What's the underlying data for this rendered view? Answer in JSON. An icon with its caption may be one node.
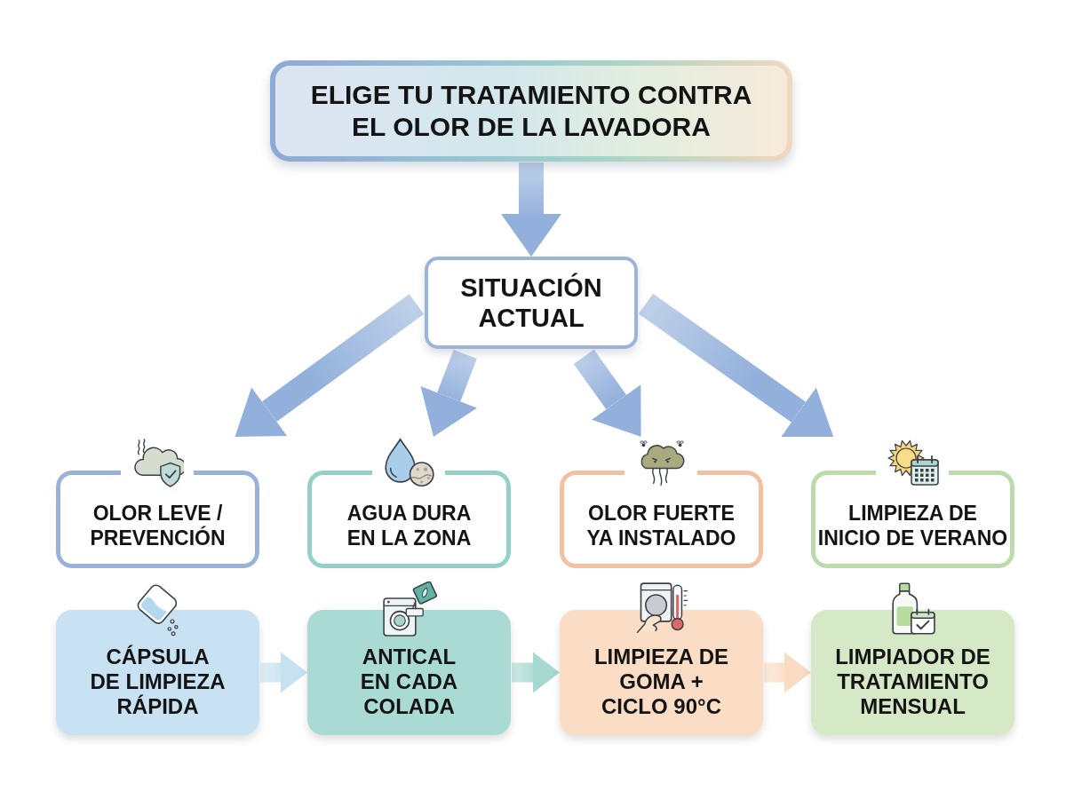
{
  "diagram": {
    "nodes": [
      {
        "text": [
          "ELIGE TU TRATAMIENTO CONTRA EL OLOR DE LA LAVADORA"
        ]
      },
      {
        "text": [
          "SITUACIÓN ACTUAL"
        ]
      },
      {
        "text": [
          "OLOR LEVE / PREVENCIÓN"
        ]
      },
      {
        "text": [
          "AGUA DURA EN LA ZONA"
        ]
      },
      {
        "text": [
          "OLOR FUERTE YA INSTALADO"
        ]
      },
      {
        "text": [
          "LIMPIEZA DE INICIO DE VERANO"
        ]
      },
      {
        "text": [
          "CÁPSULA DE LIMPIEZA RÁPIDA"
        ]
      },
      {
        "text": [
          "ANTICAL EN CADA COLADA"
        ]
      },
      {
        "text": [
          "LIMPIEZA DE GOMA + CICLO 90°C"
        ]
      },
      {
        "text": [
          "LIMPIADOR DE TRATAMIENTO MENSUAL"
        ]
      }
    ],
    "edges": [
      {
        "from": 0,
        "to": 1,
        "arrow": "to"
      },
      {
        "from": 1,
        "to": 2,
        "arrow": "to"
      },
      {
        "from": 1,
        "to": 3,
        "arrow": "to"
      },
      {
        "from": 1,
        "to": 4,
        "arrow": "to"
      },
      {
        "from": 1,
        "to": 5,
        "arrow": "to"
      },
      {
        "from": 6,
        "to": 7,
        "arrow": "to",
        "color": "#c6e2f1"
      },
      {
        "from": 7,
        "to": 8,
        "arrow": "to",
        "color": "#a6d9d1"
      },
      {
        "from": 8,
        "to": 9,
        "arrow": "to",
        "color": "#fbdcc3"
      }
    ]
  }
}
